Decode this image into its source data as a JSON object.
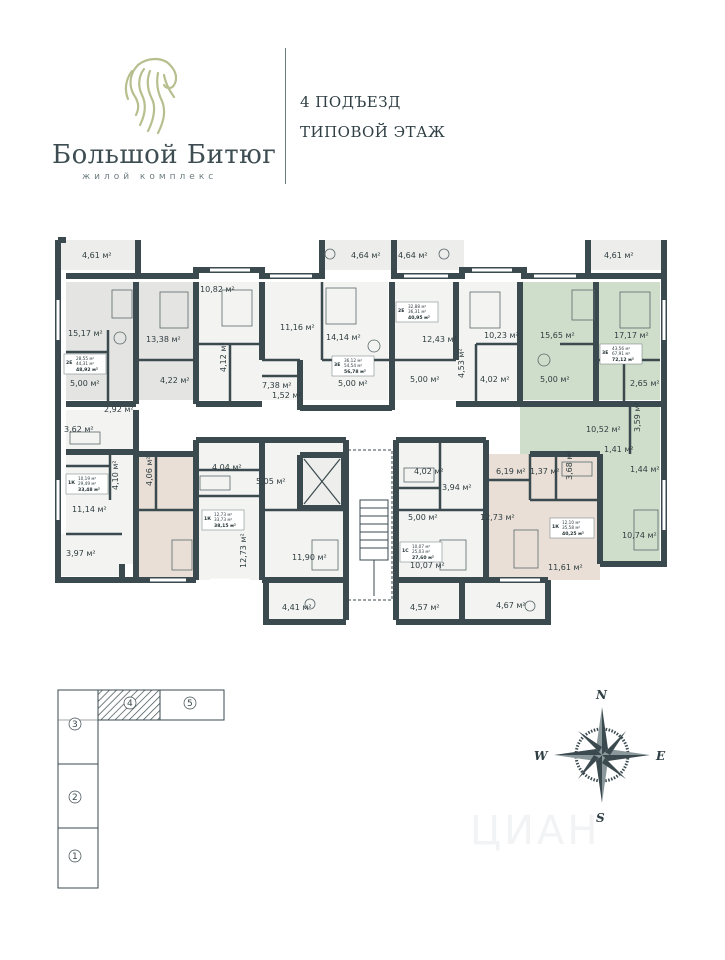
{
  "brand": {
    "name": "Большой Битюг",
    "tagline": "жилой комплекс"
  },
  "header": {
    "line1": "4 ПОДЪЕЗД",
    "line2": "ТИПОВОЙ ЭТАЖ"
  },
  "colors": {
    "wall": "#3b4a4f",
    "floor": "#f2f2f0",
    "green": "#cddcc8",
    "beige": "#e8ddd4",
    "gray": "#e2e2e0"
  },
  "rooms": [
    "4,61 м²",
    "4,64 м²",
    "4,64 м²",
    "4,61 м²",
    "15,17 м²",
    "13,38 м²",
    "10,82 м²",
    "11,16 м²",
    "14,14 м²",
    "10,23 м²",
    "15,65 м²",
    "17,17 м²",
    "5,00 м²",
    "4,22 м²",
    "4,12 м²",
    "1,52 м²",
    "7,38 м²",
    "5,00 м²",
    "12,43 м²",
    "5,00 м²",
    "4,02 м²",
    "4,53 м²",
    "5,00 м²",
    "2,65 м²",
    "2,92 м²",
    "3,62 м²",
    "10,52 м²",
    "3,59 м²",
    "1,41 м²",
    "1,44 м²",
    "4,04 м²",
    "5,05 м²",
    "4,02 м²",
    "3,94 м²",
    "6,19 м²",
    "1,37 м²",
    "3,68 м²",
    "4,10 м²",
    "4,06 м²",
    "11,14 м²",
    "12,73 м²",
    "11,90 м²",
    "5,00 м²",
    "10,07 м²",
    "12,73 м²",
    "11,61 м²",
    "10,74 м²",
    "3,97 м²",
    "4,41 м²",
    "4,57 м²",
    "4,67 м²"
  ],
  "apartment_cards": [
    {
      "type": "2Е",
      "l1": "28,55 м²",
      "l2": "44,31 м²",
      "total": "48,92 м²"
    },
    {
      "type": "2Е",
      "l1": "32,88 м²",
      "l2": "36,31 м²",
      "total": "40,95 м²"
    },
    {
      "type": "3Е",
      "l1": "36,12 м²",
      "l2": "54,54 м²",
      "total": "56,78 м²"
    },
    {
      "type": "3Е",
      "l1": "43,56 м²",
      "l2": "67,91 м²",
      "total": "72,12 м²"
    },
    {
      "type": "1К",
      "l1": "10,19 м²",
      "l2": "29,49 м²",
      "total": "33,48 м²"
    },
    {
      "type": "1К",
      "l1": "12,73 м²",
      "l2": "33,73 м²",
      "total": "38,15 м²"
    },
    {
      "type": "1С",
      "l1": "10,07 м²",
      "l2": "25,03 м²",
      "total": "27,60 м²"
    },
    {
      "type": "1К",
      "l1": "12,10 м²",
      "l2": "35,58 м²",
      "total": "40,25 м²"
    }
  ],
  "key_plan": {
    "sections": [
      "1",
      "2",
      "3",
      "4",
      "5"
    ],
    "current": "4"
  },
  "compass": {
    "n": "N",
    "s": "S",
    "e": "E",
    "w": "W"
  }
}
